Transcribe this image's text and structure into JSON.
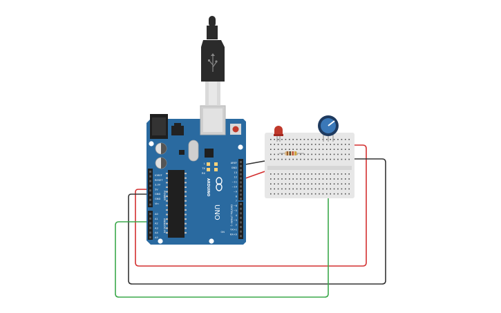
{
  "circuit": {
    "board": {
      "brand": "ARDUINO",
      "model": "UNO",
      "color": "#2a6aa0",
      "power_header_label": "POWER",
      "analog_header_label": "ANALOG IN",
      "digital_header_label": "DIGITAL (PWM~)",
      "power_pins": [
        "IOREF",
        "RESET",
        "3.3V",
        "5V",
        "GND",
        "GND",
        "Vin"
      ],
      "analog_pins": [
        "A0",
        "A1",
        "A2",
        "A3",
        "A4",
        "A5"
      ],
      "digital_pins": [
        "AREF",
        "GND",
        "13",
        "12",
        "~11",
        "~10",
        "~9",
        "8",
        "7",
        "~6",
        "~5",
        "4",
        "~3",
        "2",
        "TX>1",
        "RX<0"
      ],
      "indicator_labels": [
        "L",
        "TX",
        "RX",
        "ON"
      ]
    },
    "components": {
      "usb_cable": "usb-icon",
      "led_color": "#c0392b",
      "resistor": "resistor",
      "potentiometer": "potentiometer",
      "breadboard": "breadboard"
    },
    "wire_colors": {
      "power_5v": "#d32f2f",
      "ground": "#333333",
      "signal_a2": "#3aa84a",
      "led_signal": "#d32f2f",
      "led_ground": "#333333"
    }
  }
}
